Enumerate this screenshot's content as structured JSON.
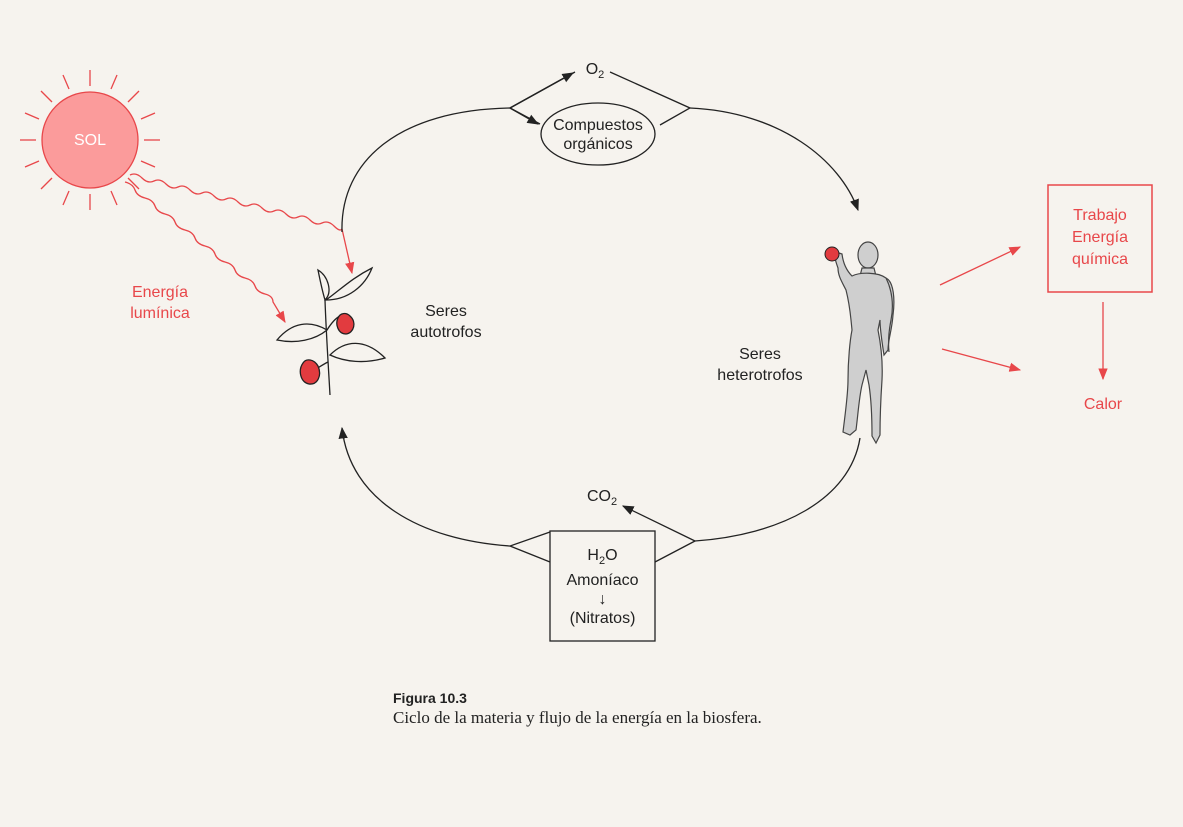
{
  "sun": {
    "label": "SOL",
    "color": "#fb9b9b"
  },
  "light_energy": {
    "line1": "Energía",
    "line2": "lumínica"
  },
  "autotrophs": {
    "line1": "Seres",
    "line2": "autotrofos"
  },
  "heterotrophs": {
    "line1": "Seres",
    "line2": "heterotrofos"
  },
  "oxygen": {
    "base": "O",
    "sub": "2"
  },
  "organic": {
    "line1": "Compuestos",
    "line2": "orgánicos"
  },
  "co2": {
    "base": "CO",
    "sub": "2"
  },
  "inorganic": {
    "water_base": "H",
    "water_sub": "2",
    "water_rest": "O",
    "ammonia": "Amoníaco",
    "arrow": "↓",
    "nitrates": "(Nitratos)"
  },
  "work_box": {
    "line1": "Trabajo",
    "line2": "Energía",
    "line3": "química"
  },
  "heat": "Calor",
  "caption": {
    "title": "Figura 10.3",
    "text": "Ciclo de la materia y flujo de la energía en la biosfera."
  },
  "colors": {
    "accent": "#e8474a",
    "ink": "#222222",
    "body_fill": "#cfcfcf",
    "paper": "#f6f3ee"
  }
}
